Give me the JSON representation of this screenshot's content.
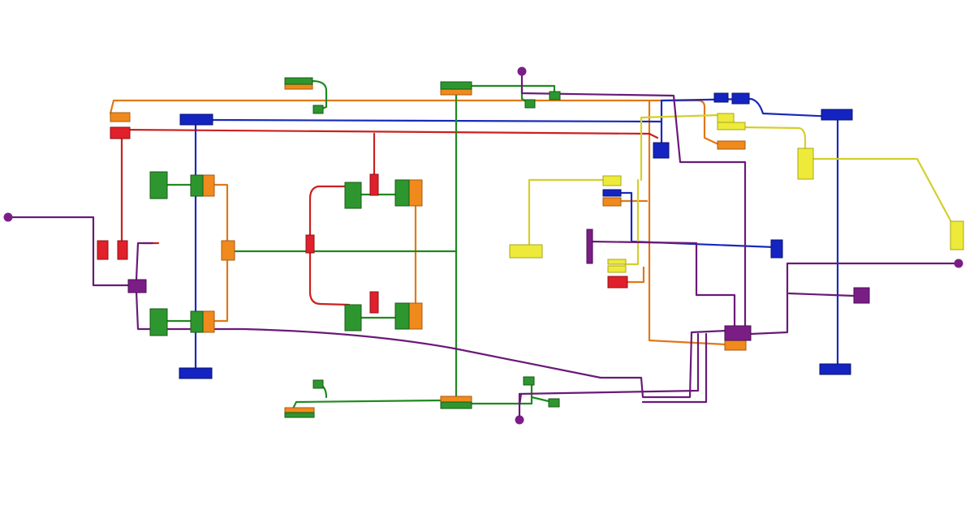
{
  "colors": {
    "orange": "#f08a1c",
    "red": "#e0202a",
    "blue": "#1424c0",
    "green": "#2e962e",
    "yellow": "#eeea3a",
    "purple": "#7a1e86",
    "background": "#ffffff"
  },
  "diagram": {
    "kind": "wiring-harness-schematic",
    "wire_colors": [
      "orange",
      "red",
      "blue",
      "green",
      "yellow",
      "purple"
    ]
  }
}
